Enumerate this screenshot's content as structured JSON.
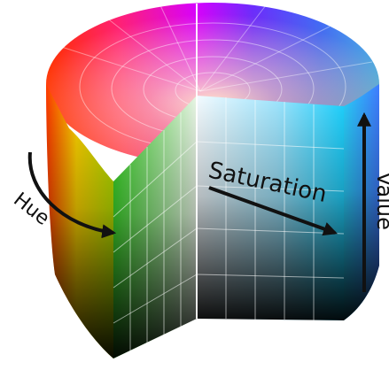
{
  "diagram": {
    "labels": {
      "hue": "Hue",
      "saturation": "Saturation",
      "value": "Value"
    }
  },
  "colors": {
    "top_center": "#ffffff",
    "hue_stops": [
      "#ff0000",
      "#ff00ff",
      "#8000ff",
      "#0000ff",
      "#00ffff",
      "#00ff00",
      "#ffff00",
      "#ff8000"
    ],
    "arrow": "#111111",
    "grid": "#ffffff"
  },
  "icons": [
    "hue-arrow-icon",
    "saturation-arrow-icon",
    "value-arrow-icon"
  ]
}
